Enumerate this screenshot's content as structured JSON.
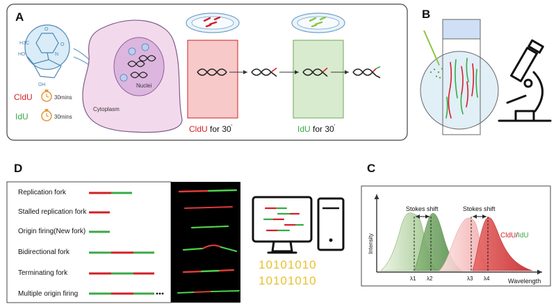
{
  "panels": {
    "a": "A",
    "b": "B",
    "c": "C",
    "d": "D"
  },
  "panel_a": {
    "chem_h3c": "H3C",
    "chem_ho": "HO",
    "chem_oh": "OH",
    "chem_n": "N",
    "chem_o": "O",
    "cldu_label": "CldU",
    "idu_label": "IdU",
    "time_cldu": "30mins",
    "time_idu": "30mins",
    "cytoplasm": "Cytoplasm",
    "nuclei": "Nuclei",
    "step1_analog": "CldU",
    "step1_rest": " for 30",
    "step2_analog": "IdU",
    "step2_rest": " for 30",
    "minute_mark": "'"
  },
  "panel_d": {
    "rows": [
      {
        "label": "Replication fork"
      },
      {
        "label": "Stalled replication fork"
      },
      {
        "label": "Origin firing(New fork)"
      },
      {
        "label": "Bidirectional fork"
      },
      {
        "label": "Terminating fork"
      },
      {
        "label": "Multiple origin firing"
      }
    ],
    "binary_line1": "10101010",
    "binary_line2": "10101010"
  },
  "panel_c": {
    "ylabel": "Intensity",
    "xlabel": "Wavelength",
    "stokes_left": "Stokes shift",
    "stokes_right": "Stokes shift",
    "legend_cldu": "CldU",
    "legend_sep": "/",
    "legend_idu": "IdU",
    "lambda1": "λ1",
    "lambda2": "λ2",
    "lambda3": "λ3",
    "lambda4": "λ4"
  },
  "colors": {
    "red": "#d21f26",
    "green": "#3aa845",
    "pink_box": "#f7c9c9",
    "green_box": "#d9ebcf",
    "orange_clock": "#e69a3c",
    "binary": "#e8c02e",
    "border": "#333333"
  }
}
